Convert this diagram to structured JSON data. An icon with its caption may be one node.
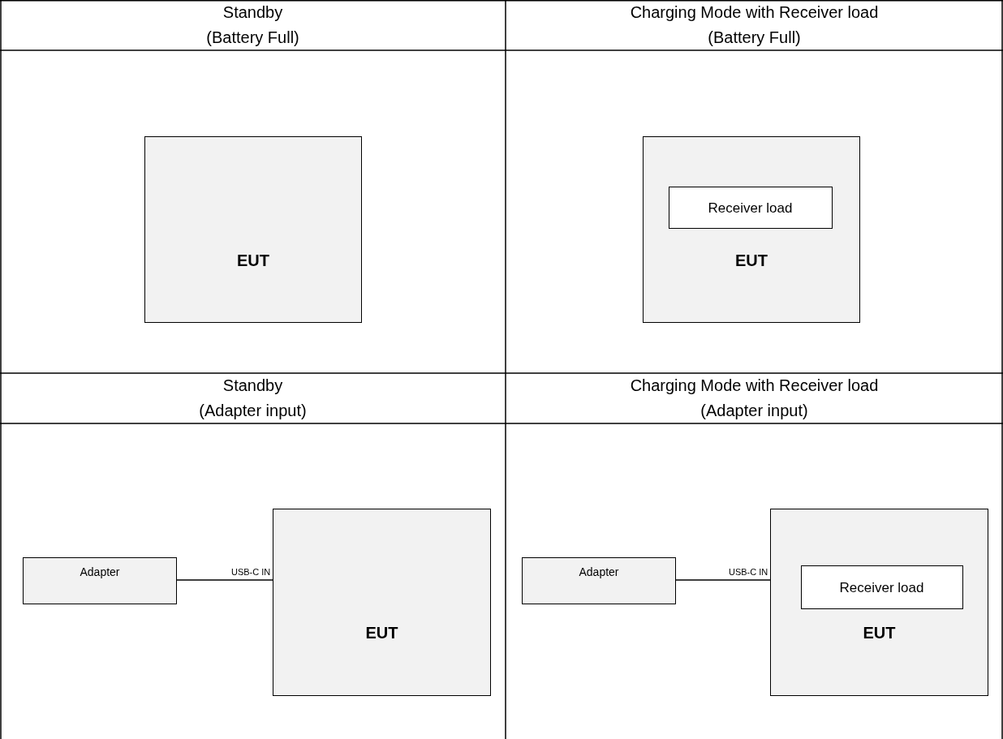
{
  "diagram": {
    "nodes": [
      {
        "text": [
          "EUT"
        ]
      },
      {
        "text": [
          "EUT"
        ]
      },
      {
        "text": [
          "Receiver load"
        ],
        "in": 1
      },
      {
        "text": [
          "Adapter"
        ]
      },
      {
        "text": [
          "EUT"
        ]
      },
      {
        "text": [
          "Adapter"
        ]
      },
      {
        "text": [
          "EUT"
        ]
      },
      {
        "text": [
          "Receiver load"
        ],
        "in": 6
      }
    ],
    "edges": [
      {
        "from": 3,
        "to": 4,
        "arrow": "none",
        "label": "USB-C IN"
      },
      {
        "from": 5,
        "to": 6,
        "arrow": "none",
        "label": "USB-C IN"
      }
    ],
    "labels": [
      "Standby (Battery Full)",
      "Charging Mode with Receiver load (Battery Full)",
      "Standby (Adapter input)",
      "Charging Mode with Receiver load (Adapter input)"
    ]
  }
}
